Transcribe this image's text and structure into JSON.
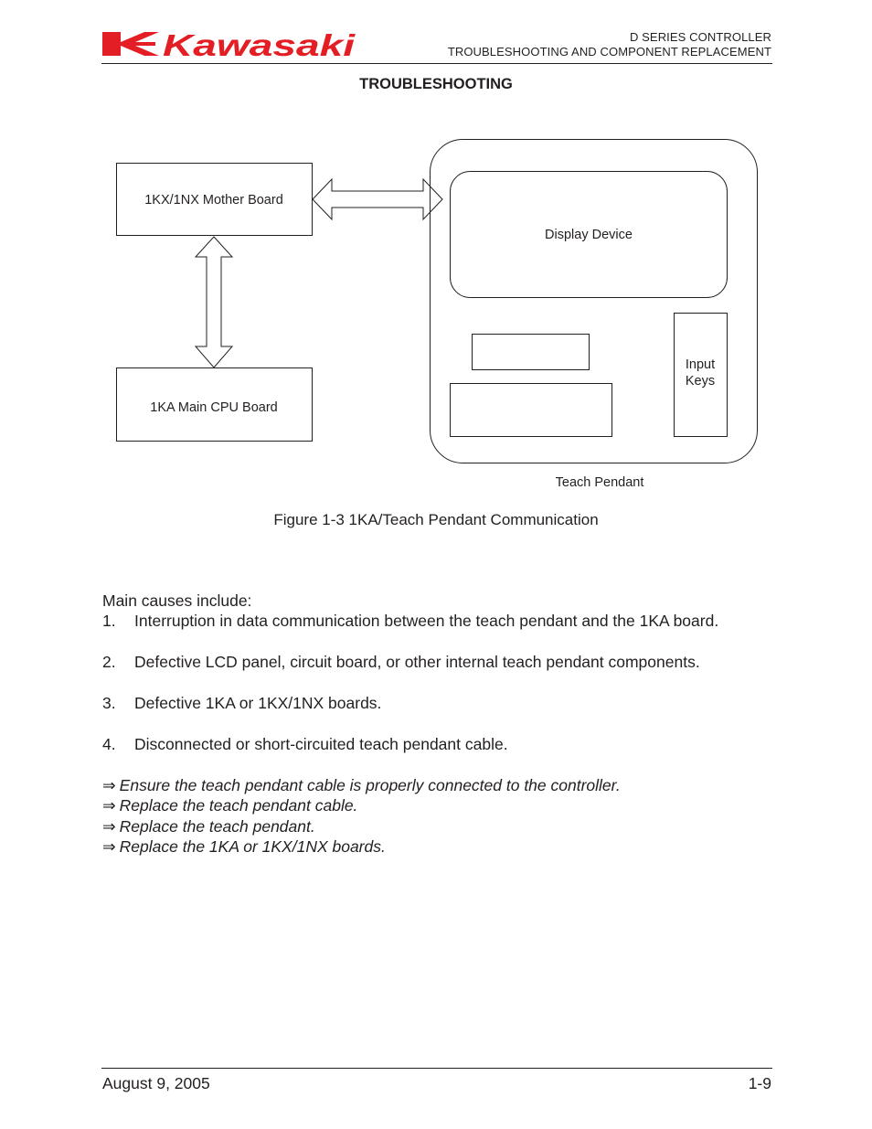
{
  "header": {
    "logo_text": "Kawasaki",
    "series": "D SERIES CONTROLLER",
    "subtitle": "TROUBLESHOOTING AND COMPONENT REPLACEMENT"
  },
  "section_title": "TROUBLESHOOTING",
  "diagram": {
    "mother_board": "1KX/1NX Mother Board",
    "cpu_board": "1KA Main CPU Board",
    "display_device": "Display Device",
    "input_keys_line1": "Input",
    "input_keys_line2": "Keys",
    "teach_pendant": "Teach Pendant"
  },
  "figure_caption": "Figure 1-3  1KA/Teach Pendant Communication",
  "intro": "Main causes include:",
  "causes": [
    {
      "num": "1.",
      "text": "Interruption in data communication between the teach pendant and the 1KA board."
    },
    {
      "num": "2.",
      "text": "Defective LCD panel, circuit board, or other internal teach pendant components."
    },
    {
      "num": "3.",
      "text": "Defective 1KA or 1KX/1NX boards."
    },
    {
      "num": "4.",
      "text": "Disconnected or short-circuited teach pendant cable."
    }
  ],
  "actions_arrow": "⇒",
  "actions": [
    "Ensure the teach pendant cable is properly connected to the controller.",
    "Replace the teach pendant cable.",
    "Replace the teach pendant.",
    "Replace the 1KA or 1KX/1NX boards."
  ],
  "footer": {
    "date": "August 9, 2005",
    "page": "1-9"
  },
  "colors": {
    "brand_red": "#e31e24",
    "ink": "#231f20"
  }
}
